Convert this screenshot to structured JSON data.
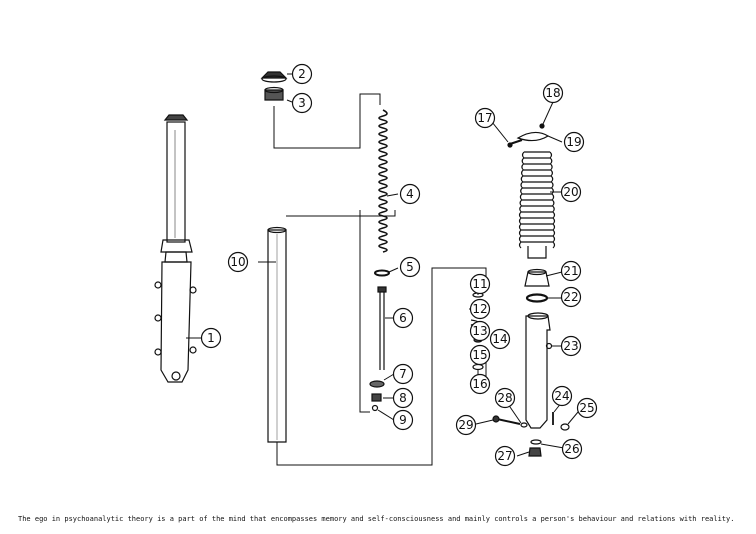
{
  "diagram": {
    "callouts": [
      {
        "id": "1",
        "label": "1"
      },
      {
        "id": "2",
        "label": "2"
      },
      {
        "id": "3",
        "label": "3"
      },
      {
        "id": "4",
        "label": "4"
      },
      {
        "id": "5",
        "label": "5"
      },
      {
        "id": "6",
        "label": "6"
      },
      {
        "id": "7",
        "label": "7"
      },
      {
        "id": "8",
        "label": "8"
      },
      {
        "id": "9",
        "label": "9"
      },
      {
        "id": "10",
        "label": "10"
      },
      {
        "id": "11",
        "label": "11"
      },
      {
        "id": "12",
        "label": "12"
      },
      {
        "id": "13",
        "label": "13"
      },
      {
        "id": "14",
        "label": "14"
      },
      {
        "id": "15",
        "label": "15"
      },
      {
        "id": "16",
        "label": "16"
      },
      {
        "id": "17",
        "label": "17"
      },
      {
        "id": "18",
        "label": "18"
      },
      {
        "id": "19",
        "label": "19"
      },
      {
        "id": "20",
        "label": "20"
      },
      {
        "id": "21",
        "label": "21"
      },
      {
        "id": "22",
        "label": "22"
      },
      {
        "id": "23",
        "label": "23"
      },
      {
        "id": "24",
        "label": "24"
      },
      {
        "id": "25",
        "label": "25"
      },
      {
        "id": "26",
        "label": "26"
      },
      {
        "id": "27",
        "label": "27"
      },
      {
        "id": "28",
        "label": "28"
      },
      {
        "id": "29",
        "label": "29"
      }
    ]
  },
  "caption": {
    "text": "The ego in psychoanalytic theory is a part of the mind that encompasses memory and self-consciousness and mainly controls a person's behaviour and relations with reality."
  }
}
